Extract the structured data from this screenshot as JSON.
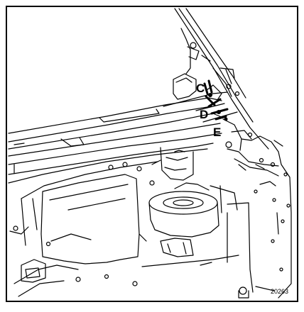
{
  "figure": {
    "callouts": {
      "c": "C",
      "d": "D",
      "e": "E"
    },
    "reference_number": "20263",
    "line_color": "#000000",
    "background_color": "#ffffff"
  }
}
